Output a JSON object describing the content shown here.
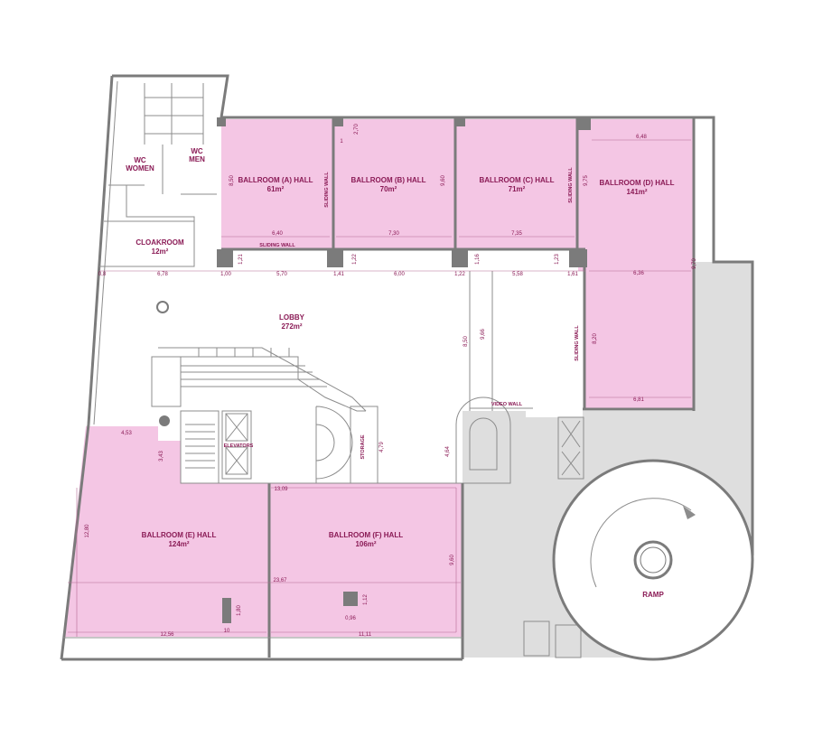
{
  "colors": {
    "ballroom_fill": "#f4c6e4",
    "service_fill": "#dedede",
    "text": "#8a1a55",
    "wall": "#7b7b7b"
  },
  "rooms": {
    "wc_women": {
      "line1": "WC",
      "line2": "WOMEN"
    },
    "wc_men": {
      "line1": "WC",
      "line2": "MEN"
    },
    "cloakroom": {
      "name": "CLOAKROOM",
      "area": "12m²"
    },
    "ballroom_a": {
      "name": "BALLROOM (A) HALL",
      "area": "61m²"
    },
    "ballroom_b": {
      "name": "BALLROOM (B) HALL",
      "area": "70m²"
    },
    "ballroom_c": {
      "name": "BALLROOM (C) HALL",
      "area": "71m²"
    },
    "ballroom_d": {
      "name": "BALLROOM (D) HALL",
      "area": "141m²"
    },
    "lobby": {
      "name": "LOBBY",
      "area": "272m²"
    },
    "ballroom_e": {
      "name": "BALLROOM (E) HALL",
      "area": "124m²"
    },
    "ballroom_f": {
      "name": "BALLROOM (F) HALL",
      "area": "106m²"
    },
    "ramp": {
      "name": "RAMP"
    }
  },
  "labels": {
    "sliding_wall": "SLIDING WALL",
    "video_wall": "VIDEO WALL",
    "elevators": "ELEVATORS",
    "storage": "STORAGE"
  },
  "dims": {
    "a_height": "8,50",
    "a_width": "6,40",
    "b_small": "1",
    "b_top": "2,70",
    "b_height": "9,60",
    "b_width": "7,30",
    "c_width": "7,35",
    "d_height": "9,75",
    "d_top": "6,48",
    "d_side": "9,70",
    "d_mid": "6,36",
    "d_low": "8,20",
    "d_bottom": "6,81",
    "row_08": "0,8",
    "row_678": "6,78",
    "row_100": "1,00",
    "row_570": "5,70",
    "row_141": "1,41",
    "row_600": "6,00",
    "row_122": "1,22",
    "row_558": "5,58",
    "row_161": "1,61",
    "col_121": "1,21",
    "col_122": "1,22",
    "col_116": "1,16",
    "col_123": "1,23",
    "lobby_850": "8,50",
    "lobby_966": "9,66",
    "e_453": "4,53",
    "e_343": "3,43",
    "e_1280": "12,80",
    "e_1256": "12,56",
    "e_180": "1,80",
    "e_10": "10",
    "ef_1309": "13,09",
    "ef_2367": "23,67",
    "st_479": "4,79",
    "st_464": "4,64",
    "f_960": "9,60",
    "f_112": "1,12",
    "f_096": "0,96",
    "f_1111": "11,11"
  }
}
